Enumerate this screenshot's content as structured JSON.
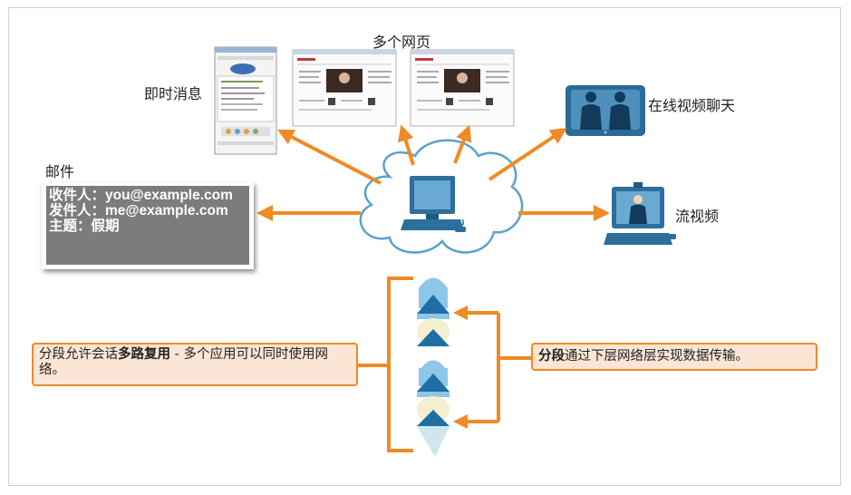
{
  "labels": {
    "im": "即时消息",
    "webpages": "多个网页",
    "video_chat": "在线视频聊天",
    "mail": "邮件",
    "streaming": "流视频"
  },
  "email": {
    "to": "收件人：you@example.com",
    "from": "发件人：me@example.com",
    "subject": "主题：假期"
  },
  "callout_left": {
    "prefix": "分段允许会话",
    "bold": "多路复用",
    "suffix": " - 多个应用可以同时使用网络。"
  },
  "callout_right": {
    "bold": "分段",
    "suffix": "通过下层网络层实现数据传输。"
  },
  "colors": {
    "arrow": "#f08a24",
    "cloud_fill": "#ffffff",
    "cloud_stroke": "#5aa3c8",
    "monitor": "#2c6f9c",
    "segment_light": "#8cc6e8",
    "segment_dark": "#1f6fa5",
    "segment_cream": "#f3efcf",
    "callout_bg": "#fbe5d5"
  },
  "icons": [
    "computer-icon",
    "monitor-icon",
    "video-chat-screen-icon",
    "streaming-video-icon",
    "cloud-icon",
    "im-window-icon",
    "webpage-icon"
  ]
}
